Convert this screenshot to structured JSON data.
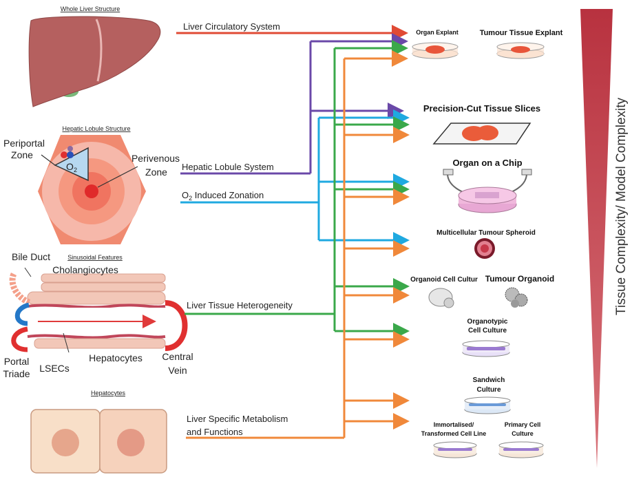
{
  "sections": {
    "whole_liver": "Whole Liver  Structure",
    "lobule": "Hepatic Lobule Structure",
    "sinusoid": "Sinusoidal Features",
    "hepatocytes": "Hepatocytes"
  },
  "lobule_labels": {
    "periportal_1": "Periportal",
    "periportal_2": "Zone",
    "perivenous_1": "Perivenous",
    "perivenous_2": "Zone",
    "o2": "O",
    "o2_sub": "2"
  },
  "sinusoid_labels": {
    "bile_duct": "Bile Duct",
    "cholangiocytes": "Cholangiocytes",
    "portal_1": "Portal",
    "portal_2": "Triade",
    "lsecs": "LSECs",
    "hepatocytes": "Hepatocytes",
    "central_1": "Central",
    "central_2": "Vein"
  },
  "systems": [
    {
      "id": "circulatory",
      "label": "Liver Circulatory System",
      "color": "#e04a34"
    },
    {
      "id": "lobule",
      "label": "Hepatic Lobule System",
      "color": "#6a48a8"
    },
    {
      "id": "zonation",
      "label": "O",
      "sub": "2",
      "label_rest": " Induced Zonation",
      "color": "#1fa9e0"
    },
    {
      "id": "heterogeneity",
      "label": "Liver Tissue Heterogeneity",
      "color": "#3aa84a"
    },
    {
      "id": "metabolism",
      "label": "Liver Specific Metabolism",
      "label2": "and Functions",
      "color": "#f0883a"
    }
  ],
  "models": {
    "organ_explant": "Organ Explant",
    "tumour_tissue_explant": "Tumour Tissue Explant",
    "pcts": "Precision-Cut Tissue Slices",
    "organ_on_chip": "Organ on a Chip",
    "spheroid": "Multicellular Tumour Spheroid",
    "organoid": "Organoid Cell Cultur",
    "tumour_organoid": "Tumour Organoid",
    "organotypic_1": "Organotypic",
    "organotypic_2": "Cell Culture",
    "sandwich_1": "Sandwich",
    "sandwich_2": "Culture",
    "immortalised_1": "Immortalised/",
    "immortalised_2": "Transformed Cell Line",
    "primary_1": "Primary Cell",
    "primary_2": "Culture"
  },
  "axis_label": "Tissue Complexity/ Model Complexity",
  "colors": {
    "circulatory": "#e04a34",
    "lobule": "#6a48a8",
    "zonation": "#1fa9e0",
    "heterogeneity": "#3aa84a",
    "metabolism": "#f0883a",
    "liver": "#b5605f",
    "triangle": "#c6344a"
  }
}
